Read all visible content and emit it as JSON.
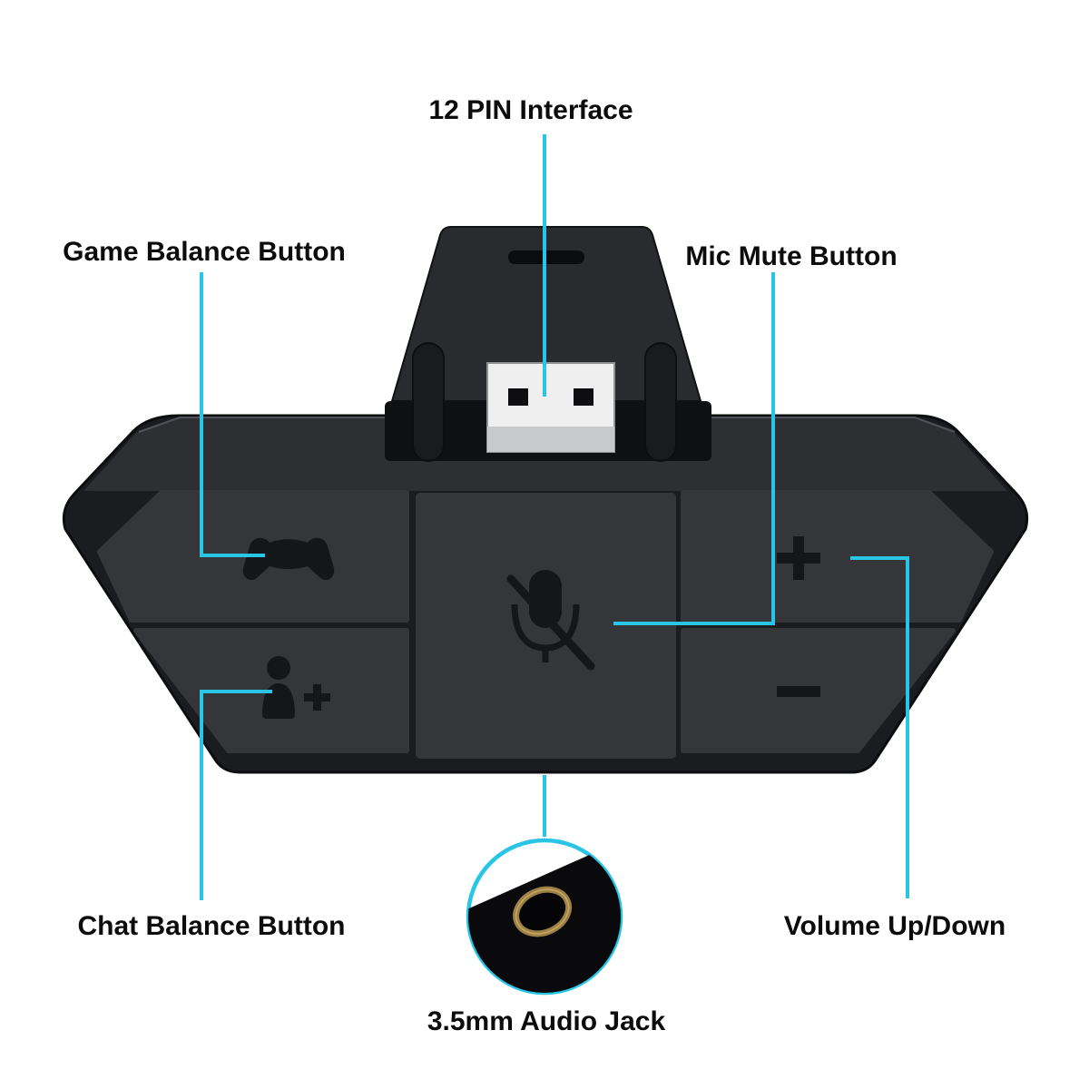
{
  "labels": {
    "pin_interface": "12 PIN Interface",
    "game_balance": "Game Balance Button",
    "mic_mute": "Mic Mute Button",
    "chat_balance": "Chat Balance Button",
    "volume": "Volume Up/Down",
    "audio_jack": "3.5mm Audio Jack"
  },
  "colors": {
    "accent": "#29c5e6",
    "device_body": "#1b1c1f",
    "device_panel": "#34363a",
    "background": "#ffffff"
  },
  "icons": {
    "game_balance": "controller-icon",
    "chat_balance": "person-plus-icon",
    "mic_mute": "mic-muted-icon",
    "volume_up": "plus-icon",
    "volume_down": "minus-icon",
    "connector": "usb-12pin-connector",
    "jack": "audio-jack-3-5mm"
  }
}
